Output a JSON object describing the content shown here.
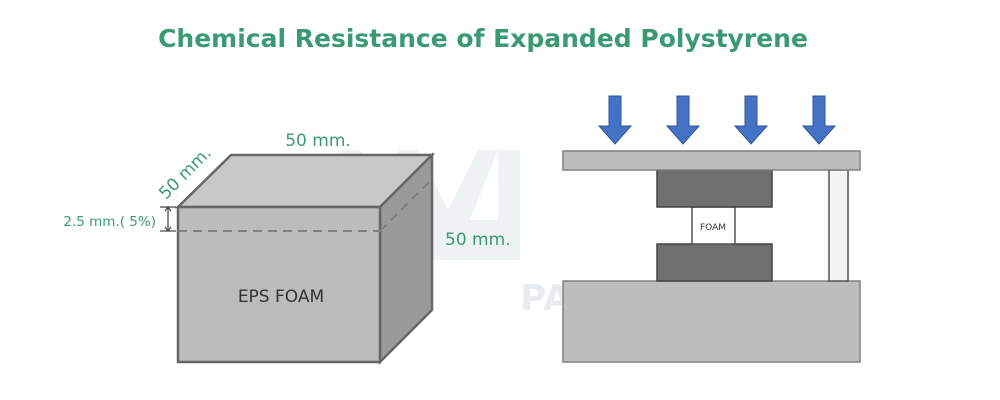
{
  "title": "Chemical Resistance of Expanded Polystyrene",
  "watermark": {
    "text": "PANEL"
  },
  "cube": {
    "label": "EPS FOAM",
    "depth_label": "50 mm.",
    "width_label": "50 mm.",
    "height_label": "50 mm.",
    "compression_label": "2.5 mm.( 5%)"
  },
  "press": {
    "sample_label": "FOAM",
    "force_arrow_count": 4
  },
  "colors": {
    "title": "#3a9a72",
    "cube_top": "#c8c8c8",
    "cube_front": "#bcbcbc",
    "cube_side": "#9a9a9a",
    "plate": "#bdbdbd",
    "block": "#6f6f6f",
    "arrow": "#4472c4"
  }
}
